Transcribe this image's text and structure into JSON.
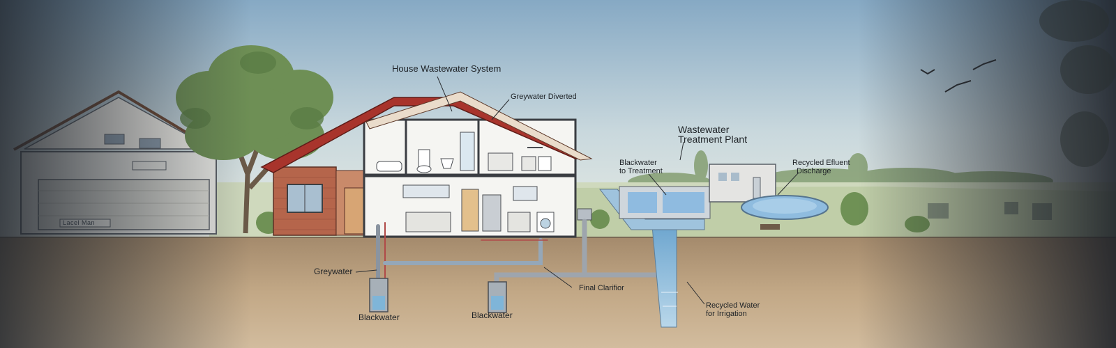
{
  "diagram": {
    "labels": {
      "house_system": "House Wastewater System",
      "greywater_diverted": "Greywater Diverted",
      "wastewater_plant_line1": "Wastewater",
      "wastewater_plant_line2": "Treatment Plant",
      "blackwater_to_treatment_line1": "Blackwater",
      "blackwater_to_treatment_line2": "to Treatment",
      "recycled_effluent_line1": "Recycled Efluent",
      "recycled_effluent_line2": "Discharge",
      "greywater": "Greywater",
      "blackwater_left": "Blackwater",
      "blackwater_right": "Blackwater",
      "final_clarifior": "Final Clarifior",
      "recycled_water_line1": "Recycled Water",
      "recycled_water_line2": "for Irrigation",
      "garage_sign": "Lacel Man"
    },
    "colors": {
      "sky_top": "#8fb2cc",
      "sky_bottom": "#e4ebe6",
      "soil": "#b59a7c",
      "roof": "#a8342c",
      "brick": "#b5654b",
      "water": "#7fb5d8",
      "grass": "#8fae6a"
    }
  }
}
